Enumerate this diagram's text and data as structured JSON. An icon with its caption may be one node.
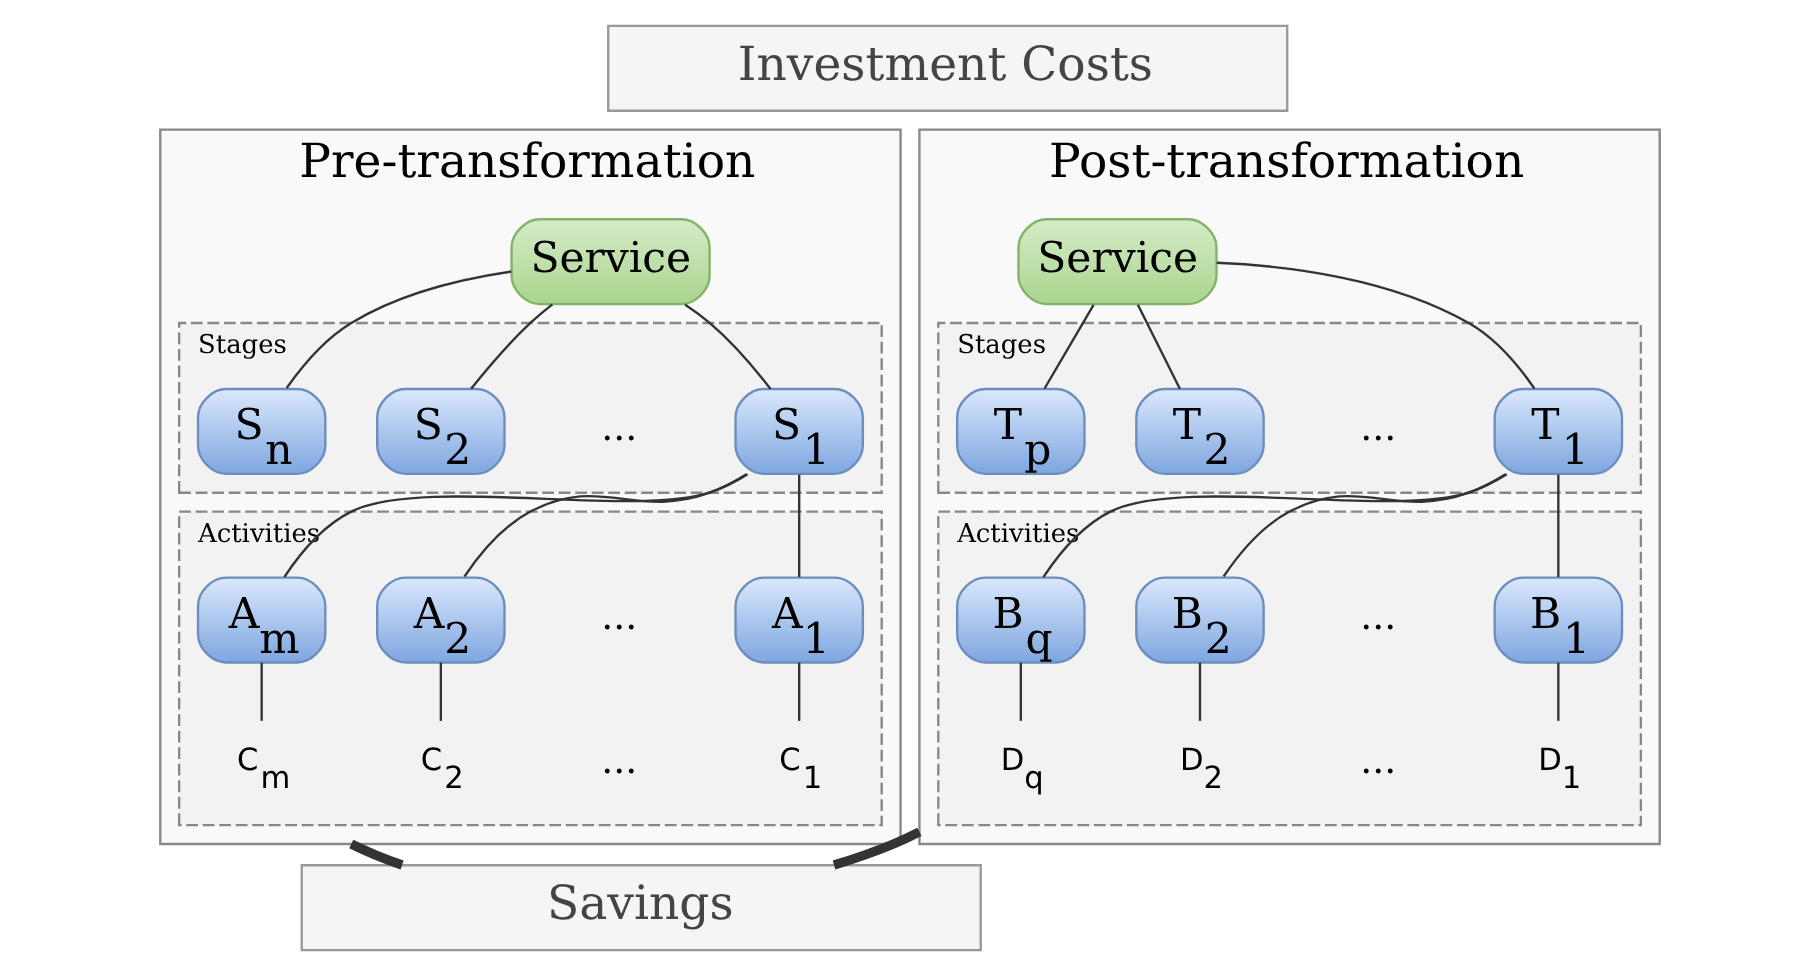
{
  "diagram": {
    "nodes": [
      {
        "text": [
          "Investment Costs"
        ]
      },
      {
        "text": [
          "Pre-transformation"
        ]
      },
      {
        "text": [
          "Service"
        ],
        "in": 1
      },
      {
        "text": [
          "Stages"
        ],
        "in": 1
      },
      {
        "text": [
          "S$_{1}$"
        ],
        "in": 3
      },
      {
        "text": [
          "S$_{2}$"
        ],
        "in": 3
      },
      {
        "text": [
          "S$_{n}$"
        ],
        "in": 3
      },
      {
        "text": [
          "Activities"
        ],
        "in": 1
      },
      {
        "text": [
          "A$_{1}$"
        ],
        "in": 7
      },
      {
        "text": [
          "A$_{2}$"
        ],
        "in": 7
      },
      {
        "text": [
          "A$_{m}$"
        ],
        "in": 7
      },
      {
        "text": [
          "C$_{1}$"
        ],
        "in": 7
      },
      {
        "text": [
          "C$_{2}$"
        ],
        "in": 7
      },
      {
        "text": [
          "C$_{m}$"
        ],
        "in": 7
      },
      {
        "text": [
          "Post-transformation"
        ]
      },
      {
        "text": [
          "Service"
        ],
        "in": 14
      },
      {
        "text": [
          "Stages"
        ],
        "in": 14
      },
      {
        "text": [
          "T$_{1}$"
        ],
        "in": 16
      },
      {
        "text": [
          "T$_{2}$"
        ],
        "in": 16
      },
      {
        "text": [
          "T$_{p}$"
        ],
        "in": 16
      },
      {
        "text": [
          "Activities"
        ],
        "in": 14
      },
      {
        "text": [
          "B$_{1}$"
        ],
        "in": 20
      },
      {
        "text": [
          "B$_{2}$"
        ],
        "in": 20
      },
      {
        "text": [
          "B$_{q}$"
        ],
        "in": 20
      },
      {
        "text": [
          "D$_{1}$"
        ],
        "in": 20
      },
      {
        "text": [
          "D$_{2}$"
        ],
        "in": 20
      },
      {
        "text": [
          "D$_{q}$"
        ],
        "in": 20
      },
      {
        "text": [
          "Savings"
        ]
      }
    ],
    "edges": [
      {
        "from": 2,
        "to": 4,
        "arrow": "none"
      },
      {
        "from": 2,
        "to": 5,
        "arrow": "none"
      },
      {
        "from": 2,
        "to": 6,
        "arrow": "none"
      },
      {
        "from": 4,
        "to": 8,
        "arrow": "none"
      },
      {
        "from": 4,
        "to": 9,
        "arrow": "none"
      },
      {
        "from": 4,
        "to": 10,
        "arrow": "none"
      },
      {
        "from": 8,
        "to": 11,
        "arrow": "none"
      },
      {
        "from": 9,
        "to": 12,
        "arrow": "none"
      },
      {
        "from": 10,
        "to": 13,
        "arrow": "none"
      },
      {
        "from": 15,
        "to": 17,
        "arrow": "none"
      },
      {
        "from": 15,
        "to": 18,
        "arrow": "none"
      },
      {
        "from": 15,
        "to": 19,
        "arrow": "none"
      },
      {
        "from": 17,
        "to": 21,
        "arrow": "none"
      },
      {
        "from": 17,
        "to": 22,
        "arrow": "none"
      },
      {
        "from": 17,
        "to": 23,
        "arrow": "none"
      },
      {
        "from": 21,
        "to": 24,
        "arrow": "none"
      },
      {
        "from": 22,
        "to": 25,
        "arrow": "none"
      },
      {
        "from": 23,
        "to": 26,
        "arrow": "none"
      },
      {
        "from": 1,
        "to": 27,
        "arrow": "none",
        "style": "thick"
      },
      {
        "from": 14,
        "to": 27,
        "arrow": "none",
        "style": "thick"
      }
    ],
    "labels": [
      "...",
      "...",
      "...",
      "...",
      "...",
      "..."
    ]
  }
}
